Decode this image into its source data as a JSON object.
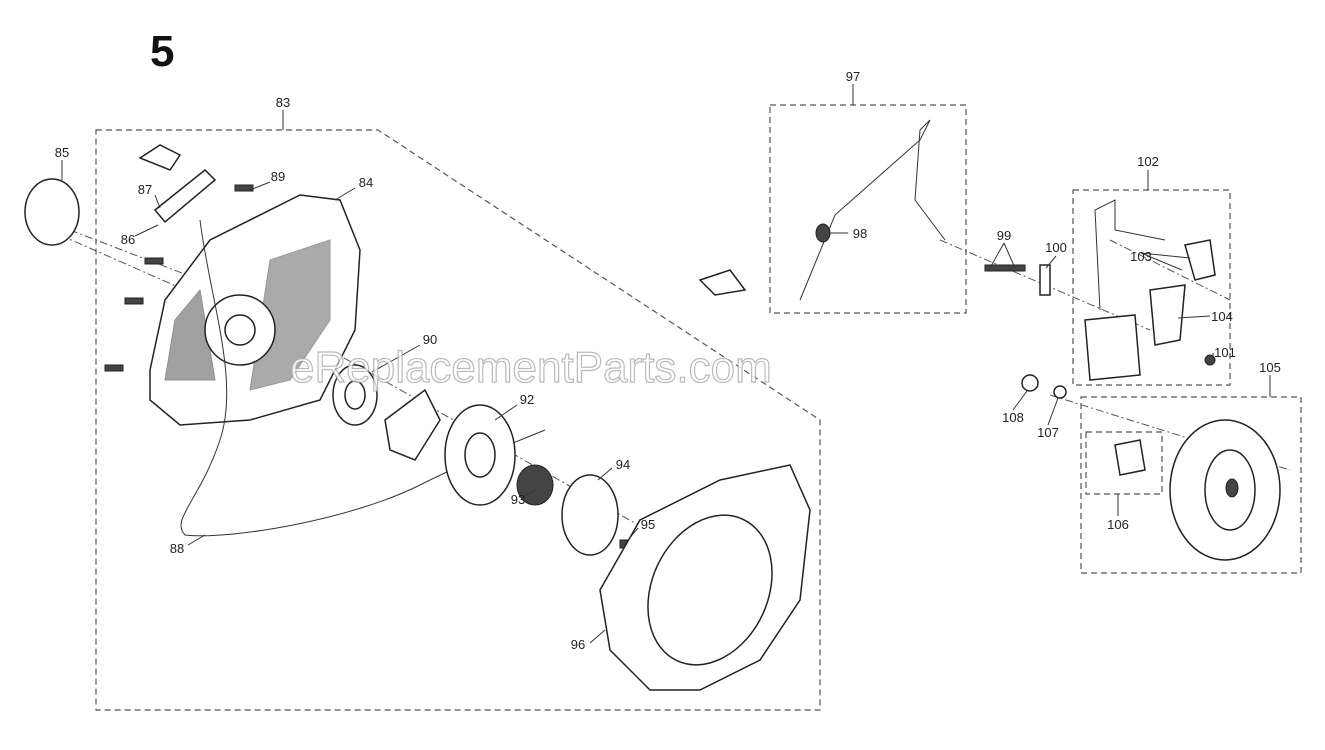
{
  "figure_number": "5",
  "watermark": "eReplacementParts.com",
  "callouts": {
    "c83": "83",
    "c84": "84",
    "c85": "85",
    "c86": "86",
    "c87": "87",
    "c88": "88",
    "c89": "89",
    "c90": "90",
    "c92": "92",
    "c93": "93",
    "c94": "94",
    "c95": "95",
    "c96": "96",
    "c97": "97",
    "c98": "98",
    "c99": "99",
    "c100": "100",
    "c101": "101",
    "c102": "102",
    "c103": "103",
    "c104": "104",
    "c105": "105",
    "c106": "106",
    "c107": "107",
    "c108": "108"
  }
}
